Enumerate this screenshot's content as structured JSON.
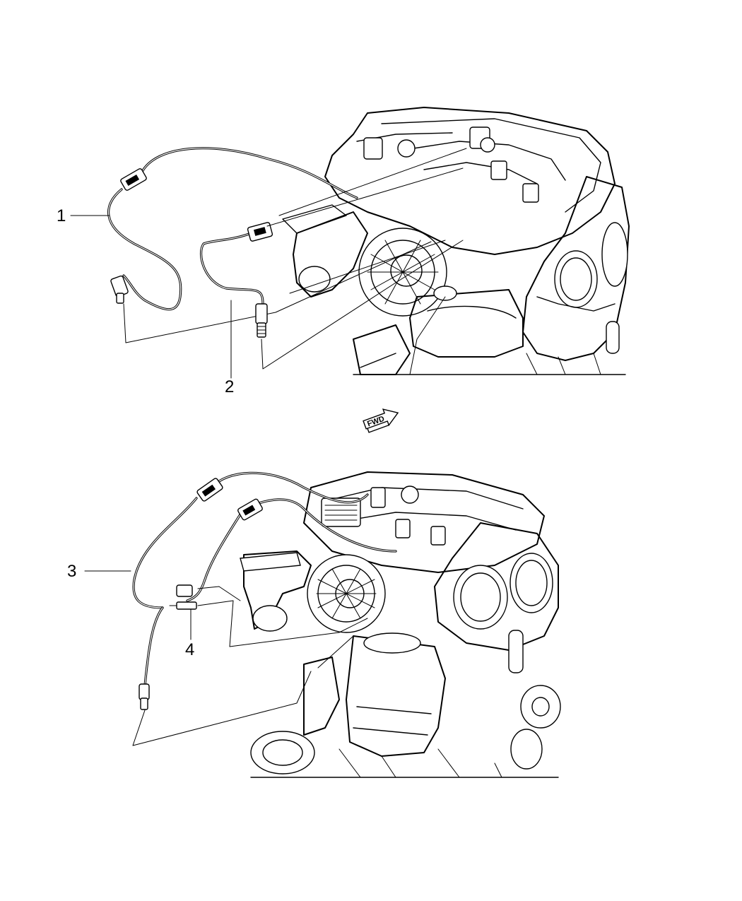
{
  "callouts": {
    "c1": "1",
    "c2": "2",
    "c3": "3",
    "c4": "4"
  },
  "fwd_label": "FWD",
  "parts": [
    {
      "callout": "1",
      "icon": "temperature-sensor-harness-icon"
    },
    {
      "callout": "2",
      "icon": "oxygen-sensor-icon"
    },
    {
      "callout": "3",
      "icon": "temperature-sensor-harness-icon"
    },
    {
      "callout": "4",
      "icon": "oxygen-sensor-icon"
    }
  ],
  "colors": {
    "ink": "#000000",
    "background": "#ffffff"
  }
}
